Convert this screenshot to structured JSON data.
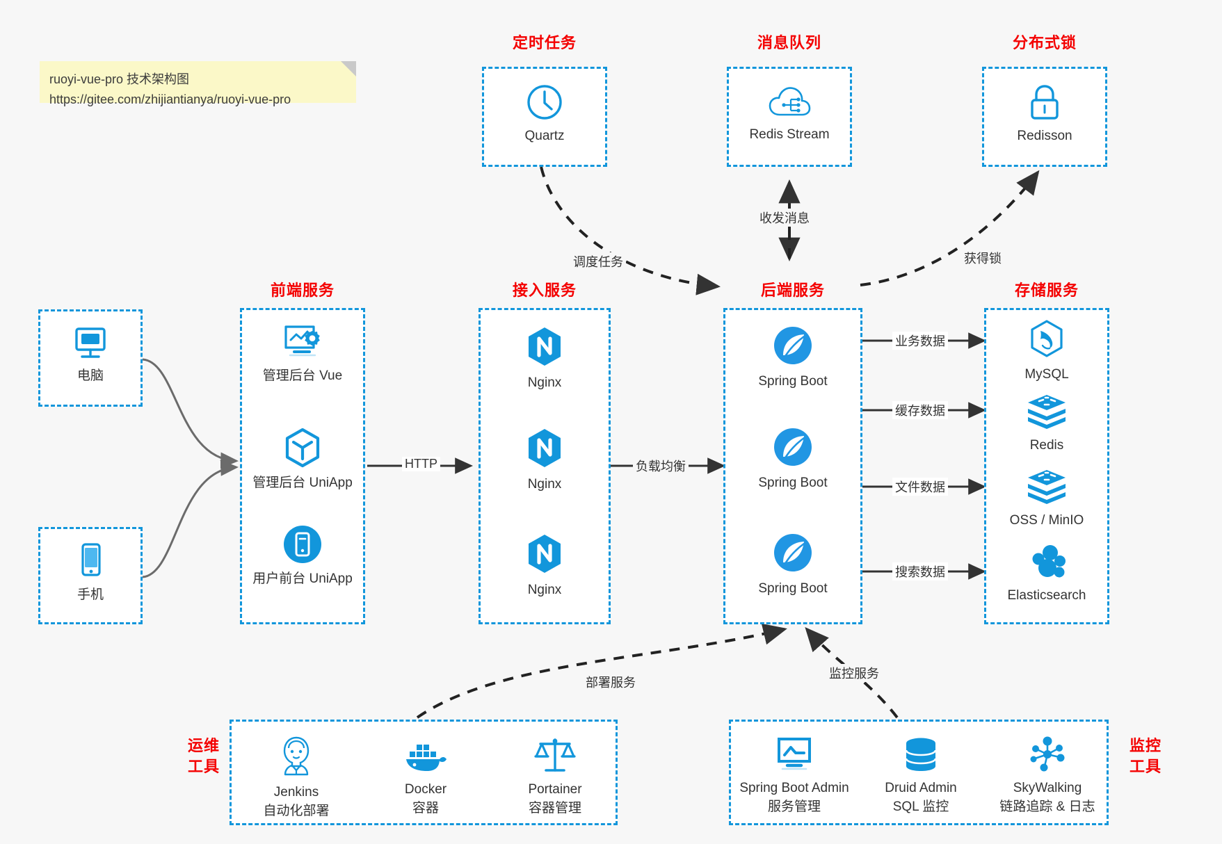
{
  "note": {
    "line1": "ruoyi-vue-pro 技术架构图",
    "line2": "https://gitee.com/zhijiantianya/ruoyi-vue-pro"
  },
  "colors": {
    "accent": "#1296db",
    "title": "#f40000",
    "background": "#f7f7f7",
    "note": "#fbf8c8",
    "arrow": "#333333",
    "client_arrow": "#666666"
  },
  "groups": {
    "scheduled_task": {
      "title": "定时任务",
      "items": [
        {
          "label": "Quartz",
          "icon": "clock-icon"
        }
      ]
    },
    "message_queue": {
      "title": "消息队列",
      "items": [
        {
          "label": "Redis Stream",
          "icon": "cloud-stream-icon"
        }
      ]
    },
    "distributed_lock": {
      "title": "分布式锁",
      "items": [
        {
          "label": "Redisson",
          "icon": "lock-icon"
        }
      ]
    },
    "clients": {
      "items": [
        {
          "label": "电脑",
          "icon": "desktop-icon"
        },
        {
          "label": "手机",
          "icon": "mobile-icon"
        }
      ]
    },
    "frontend": {
      "title": "前端服务",
      "items": [
        {
          "label": "管理后台 Vue",
          "icon": "monitor-gear-icon"
        },
        {
          "label": "管理后台 UniApp",
          "icon": "hexagon-cube-icon"
        },
        {
          "label": "用户前台 UniApp",
          "icon": "phone-circle-icon"
        }
      ]
    },
    "gateway": {
      "title": "接入服务",
      "items": [
        {
          "label": "Nginx",
          "icon": "nginx-icon"
        },
        {
          "label": "Nginx",
          "icon": "nginx-icon"
        },
        {
          "label": "Nginx",
          "icon": "nginx-icon"
        }
      ]
    },
    "backend": {
      "title": "后端服务",
      "items": [
        {
          "label": "Spring Boot",
          "icon": "spring-leaf-icon"
        },
        {
          "label": "Spring Boot",
          "icon": "spring-leaf-icon"
        },
        {
          "label": "Spring Boot",
          "icon": "spring-leaf-icon"
        }
      ]
    },
    "storage": {
      "title": "存储服务",
      "items": [
        {
          "label": "MySQL",
          "icon": "mysql-dolphin-icon"
        },
        {
          "label": "Redis",
          "icon": "redis-stack-icon"
        },
        {
          "label": "OSS / MinIO",
          "icon": "oss-stack-icon"
        },
        {
          "label": "Elasticsearch",
          "icon": "elasticsearch-icon"
        }
      ]
    },
    "devops": {
      "title_line1": "运维",
      "title_line2": "工具",
      "items": [
        {
          "name": "Jenkins",
          "desc": "自动化部署",
          "icon": "jenkins-butler-icon"
        },
        {
          "name": "Docker",
          "desc": "容器",
          "icon": "docker-whale-icon"
        },
        {
          "name": "Portainer",
          "desc": "容器管理",
          "icon": "scales-icon"
        }
      ]
    },
    "monitoring": {
      "title_line1": "监控",
      "title_line2": "工具",
      "items": [
        {
          "name": "Spring Boot Admin",
          "desc": "服务管理",
          "icon": "monitor-chart-icon"
        },
        {
          "name": "Druid Admin",
          "desc": "SQL 监控",
          "icon": "database-icon"
        },
        {
          "name": "SkyWalking",
          "desc": "链路追踪 & 日志",
          "icon": "skywalking-node-icon"
        }
      ]
    }
  },
  "edges": [
    {
      "id": "schedule-task",
      "label": "调度任务"
    },
    {
      "id": "send-receive",
      "label": "收发消息"
    },
    {
      "id": "acquire-lock",
      "label": "获得锁"
    },
    {
      "id": "http",
      "label": "HTTP"
    },
    {
      "id": "load-balance",
      "label": "负载均衡"
    },
    {
      "id": "business-data",
      "label": "业务数据"
    },
    {
      "id": "cache-data",
      "label": "缓存数据"
    },
    {
      "id": "file-data",
      "label": "文件数据"
    },
    {
      "id": "search-data",
      "label": "搜索数据"
    },
    {
      "id": "deploy-service",
      "label": "部署服务"
    },
    {
      "id": "monitor-service",
      "label": "监控服务"
    }
  ]
}
